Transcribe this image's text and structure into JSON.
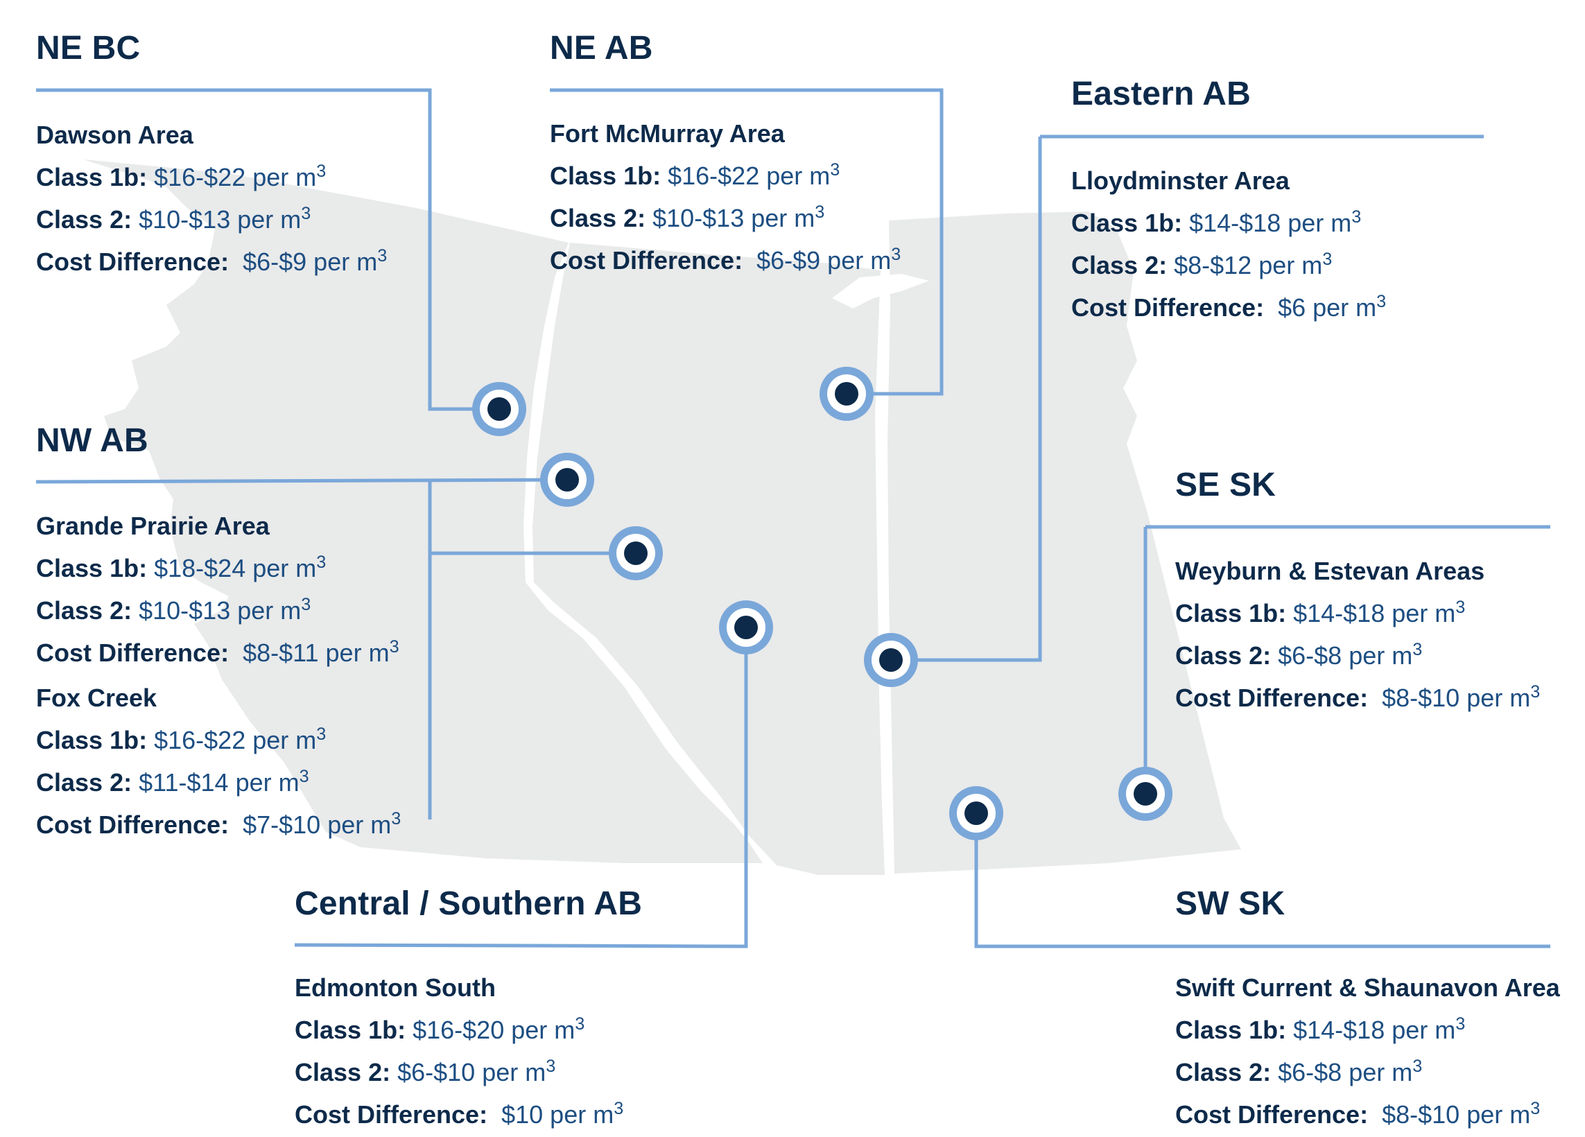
{
  "colors": {
    "accent": "#7aa7d9",
    "marker_center": "#0d2a4a",
    "text_dark": "#0d2a4a",
    "text_value": "#1d4e82",
    "land": "#e9eaea"
  },
  "labels": {
    "class1b": "Class 1b:",
    "class2": "Class 2:",
    "cost_difference": "Cost Difference:",
    "unit": "per m",
    "unit_exp": "3"
  },
  "regions": {
    "ne_bc": {
      "title": "NE BC",
      "areas": [
        {
          "name": "Dawson Area",
          "class1b": "$16-$22",
          "class2": "$10-$13",
          "cost_difference": "$6-$9"
        }
      ]
    },
    "ne_ab": {
      "title": "NE AB",
      "areas": [
        {
          "name": "Fort McMurray Area",
          "class1b": "$16-$22",
          "class2": "$10-$13",
          "cost_difference": "$6-$9"
        }
      ]
    },
    "eastern_ab": {
      "title": "Eastern AB",
      "areas": [
        {
          "name": "Lloydminster Area",
          "class1b": "$14-$18",
          "class2": "$8-$12",
          "cost_difference": "$6"
        }
      ]
    },
    "nw_ab": {
      "title": "NW AB",
      "areas": [
        {
          "name": "Grande Prairie Area",
          "class1b": "$18-$24",
          "class2": "$10-$13",
          "cost_difference": "$8-$11"
        },
        {
          "name": "Fox Creek",
          "class1b": "$16-$22",
          "class2": "$11-$14",
          "cost_difference": "$7-$10"
        }
      ]
    },
    "se_sk": {
      "title": "SE SK",
      "areas": [
        {
          "name": "Weyburn & Estevan Areas",
          "class1b": "$14-$18",
          "class2": "$6-$8",
          "cost_difference": "$8-$10"
        }
      ]
    },
    "central_southern_ab": {
      "title": "Central / Southern AB",
      "areas": [
        {
          "name": "Edmonton South",
          "class1b": "$16-$20",
          "class2": "$6-$10",
          "cost_difference": "$10"
        }
      ]
    },
    "sw_sk": {
      "title": "SW SK",
      "areas": [
        {
          "name": "Swift Current & Shaunavon Area",
          "class1b": "$14-$18",
          "class2": "$6-$8",
          "cost_difference": "$8-$10"
        }
      ]
    }
  }
}
